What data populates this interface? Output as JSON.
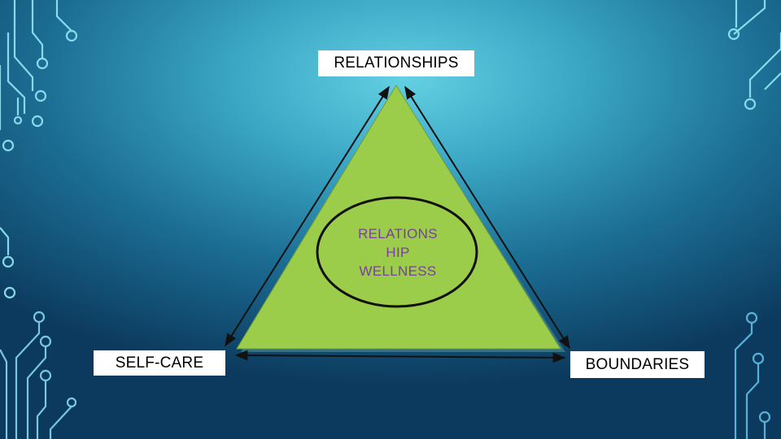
{
  "vertices": {
    "top": "RELATIONSHIPS",
    "left": "SELF-CARE",
    "right": "BOUNDARIES"
  },
  "center": {
    "lines": [
      "RELATIONS",
      "HIP",
      "WELLNESS"
    ]
  },
  "colors": {
    "triangle_fill": "#9bcc4a",
    "triangle_edge": "#4f7f8f",
    "center_text": "#7a3ea0",
    "arrows": "#111111",
    "circuit": "#7fd9ee"
  }
}
